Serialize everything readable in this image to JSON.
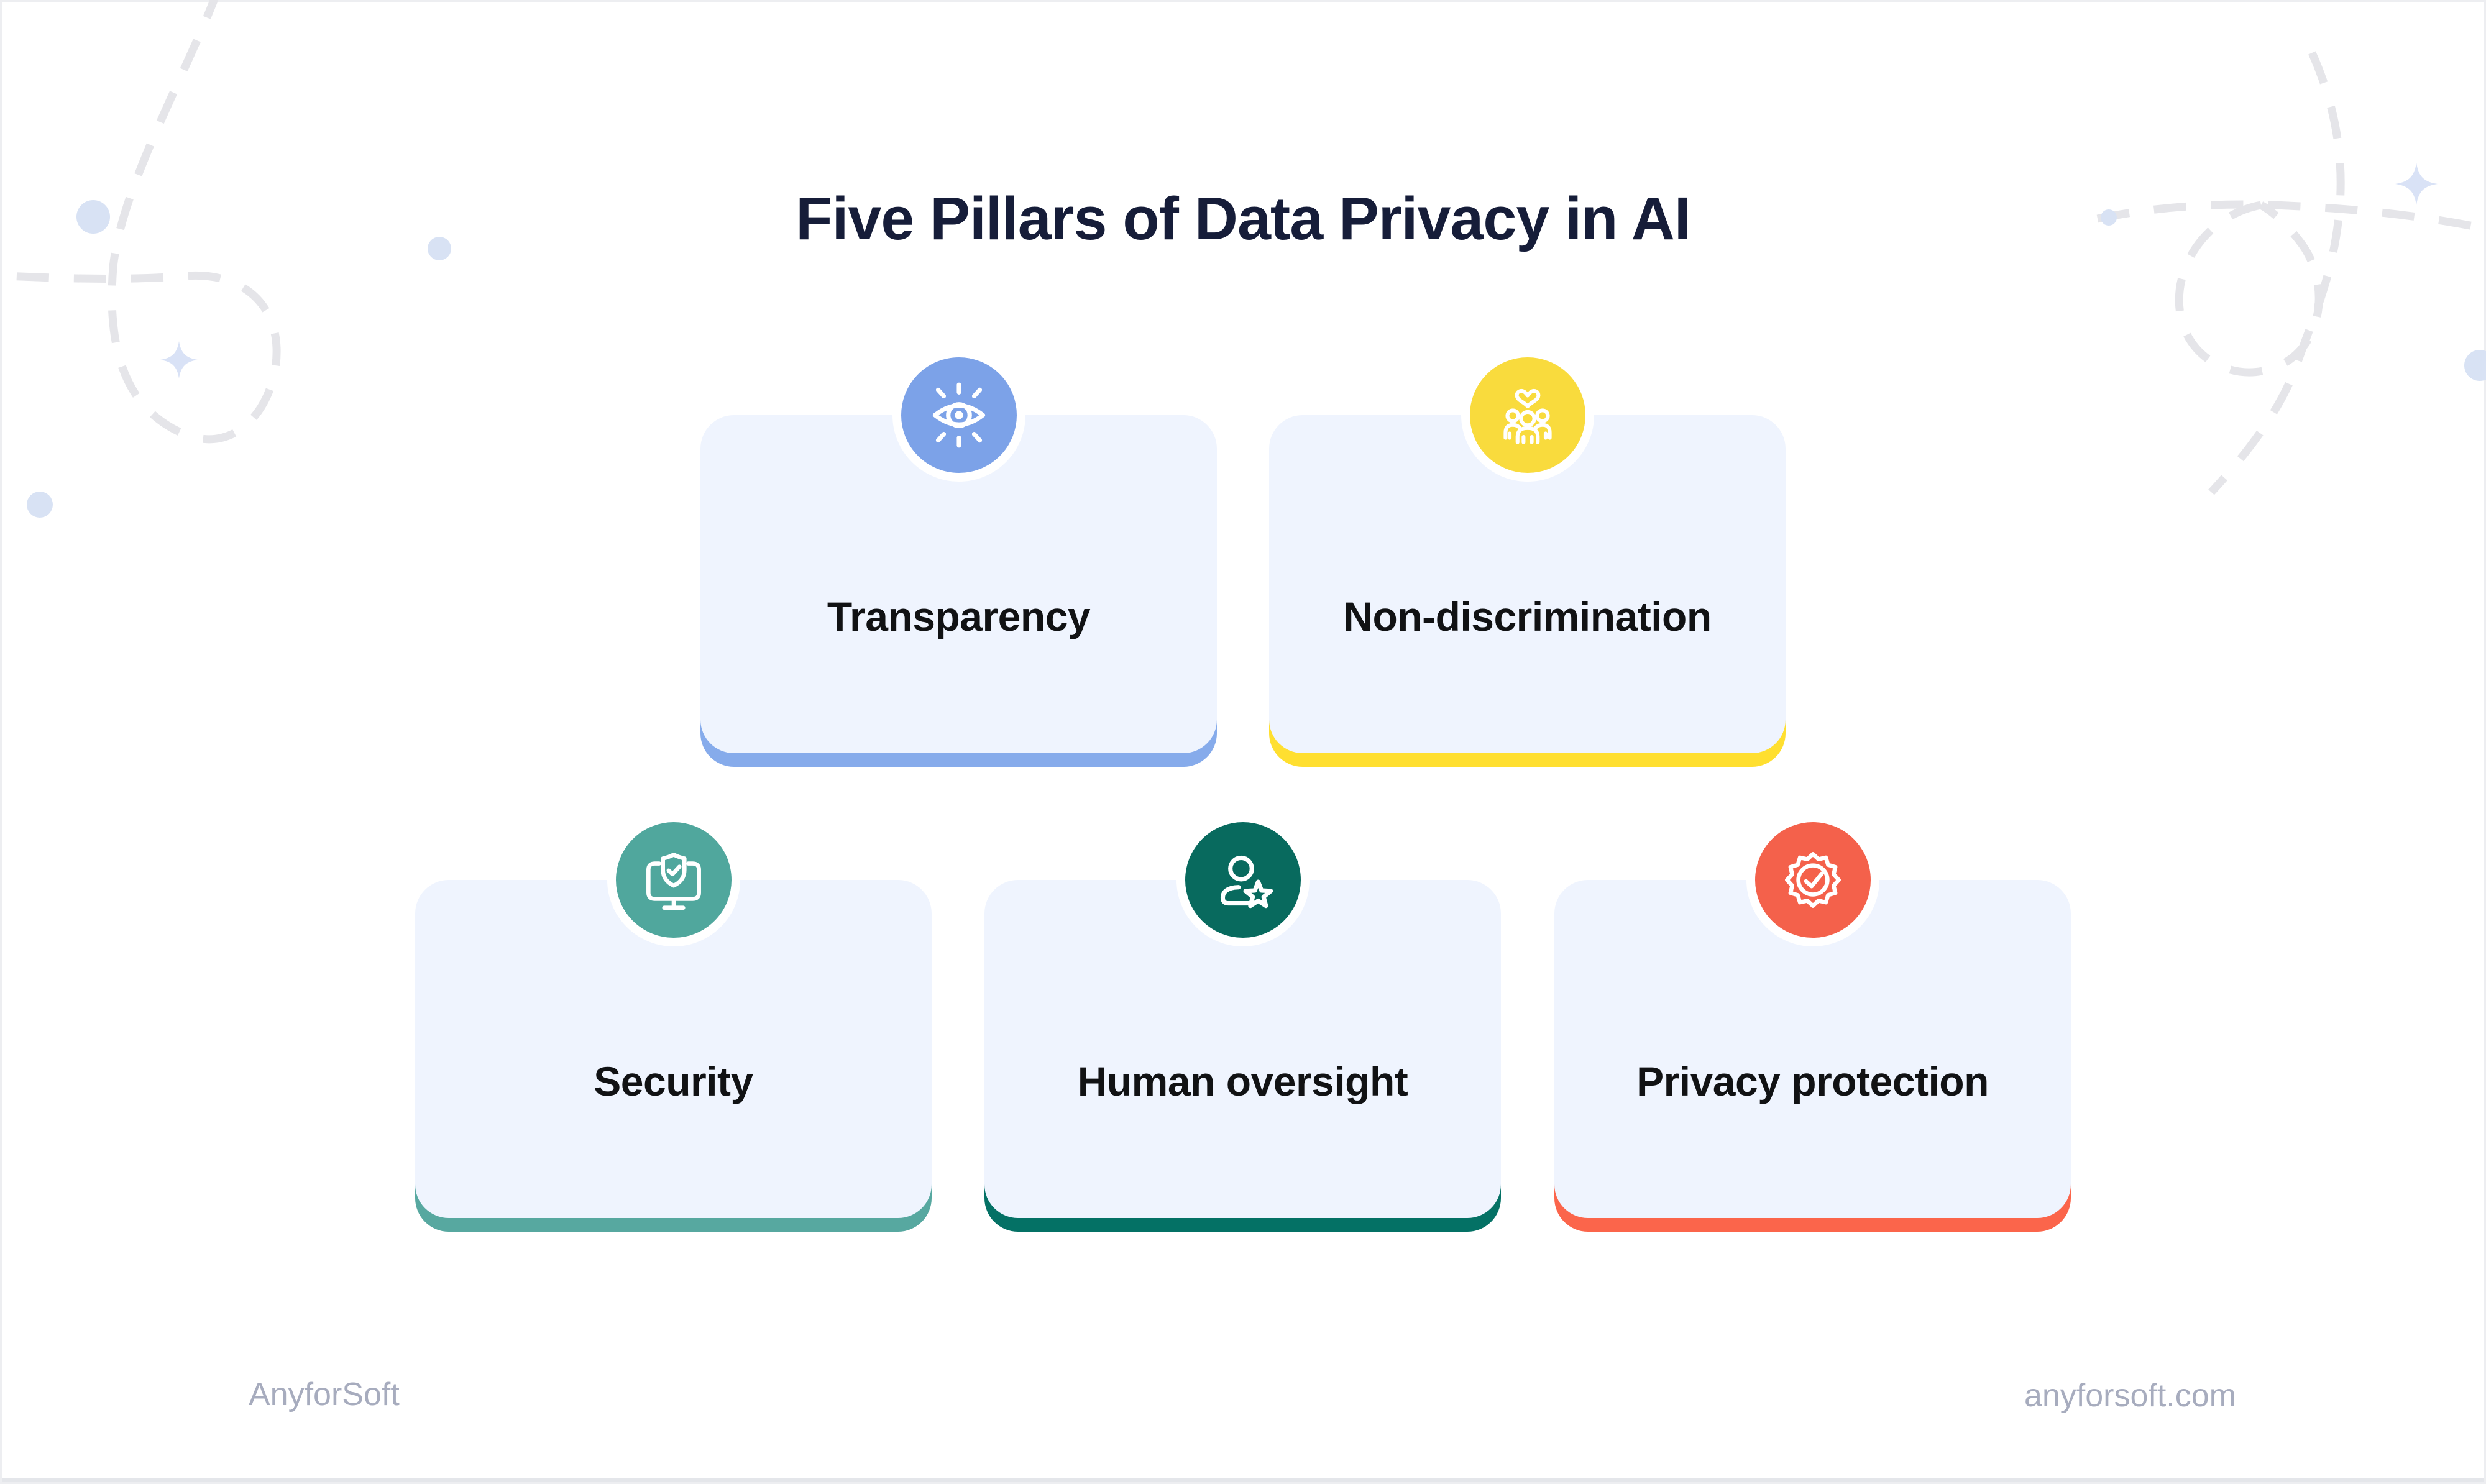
{
  "title": {
    "text": "Five Pillars of Data Privacy in AI",
    "color": "#161D39"
  },
  "cards": [
    {
      "label": "Transparency",
      "icon": "eye-icon",
      "circle_color": "#7CA2E8",
      "accent_color": "#86ABEB"
    },
    {
      "label": "Non-discrimination",
      "icon": "people-heart-icon",
      "circle_color": "#F9DB3D",
      "accent_color": "#FFDF30"
    },
    {
      "label": "Security",
      "icon": "monitor-shield-icon",
      "circle_color": "#50A79D",
      "accent_color": "#57A8A0"
    },
    {
      "label": "Human oversight",
      "icon": "person-star-icon",
      "circle_color": "#086A5E",
      "accent_color": "#047165"
    },
    {
      "label": "Privacy protection",
      "icon": "badge-check-icon",
      "circle_color": "#F4614B",
      "accent_color": "#FB654B"
    }
  ],
  "card_style": {
    "background": "#EFF4FE",
    "label_color": "#111214"
  },
  "footer": {
    "brand": "AnyforSoft",
    "website": "anyforsoft.com",
    "color": "#A7ACBE"
  },
  "decor": {
    "dash_color": "#E5E5E9",
    "dot_color": "#D8E2F4",
    "sparkle_color": "#D9E2F6"
  }
}
